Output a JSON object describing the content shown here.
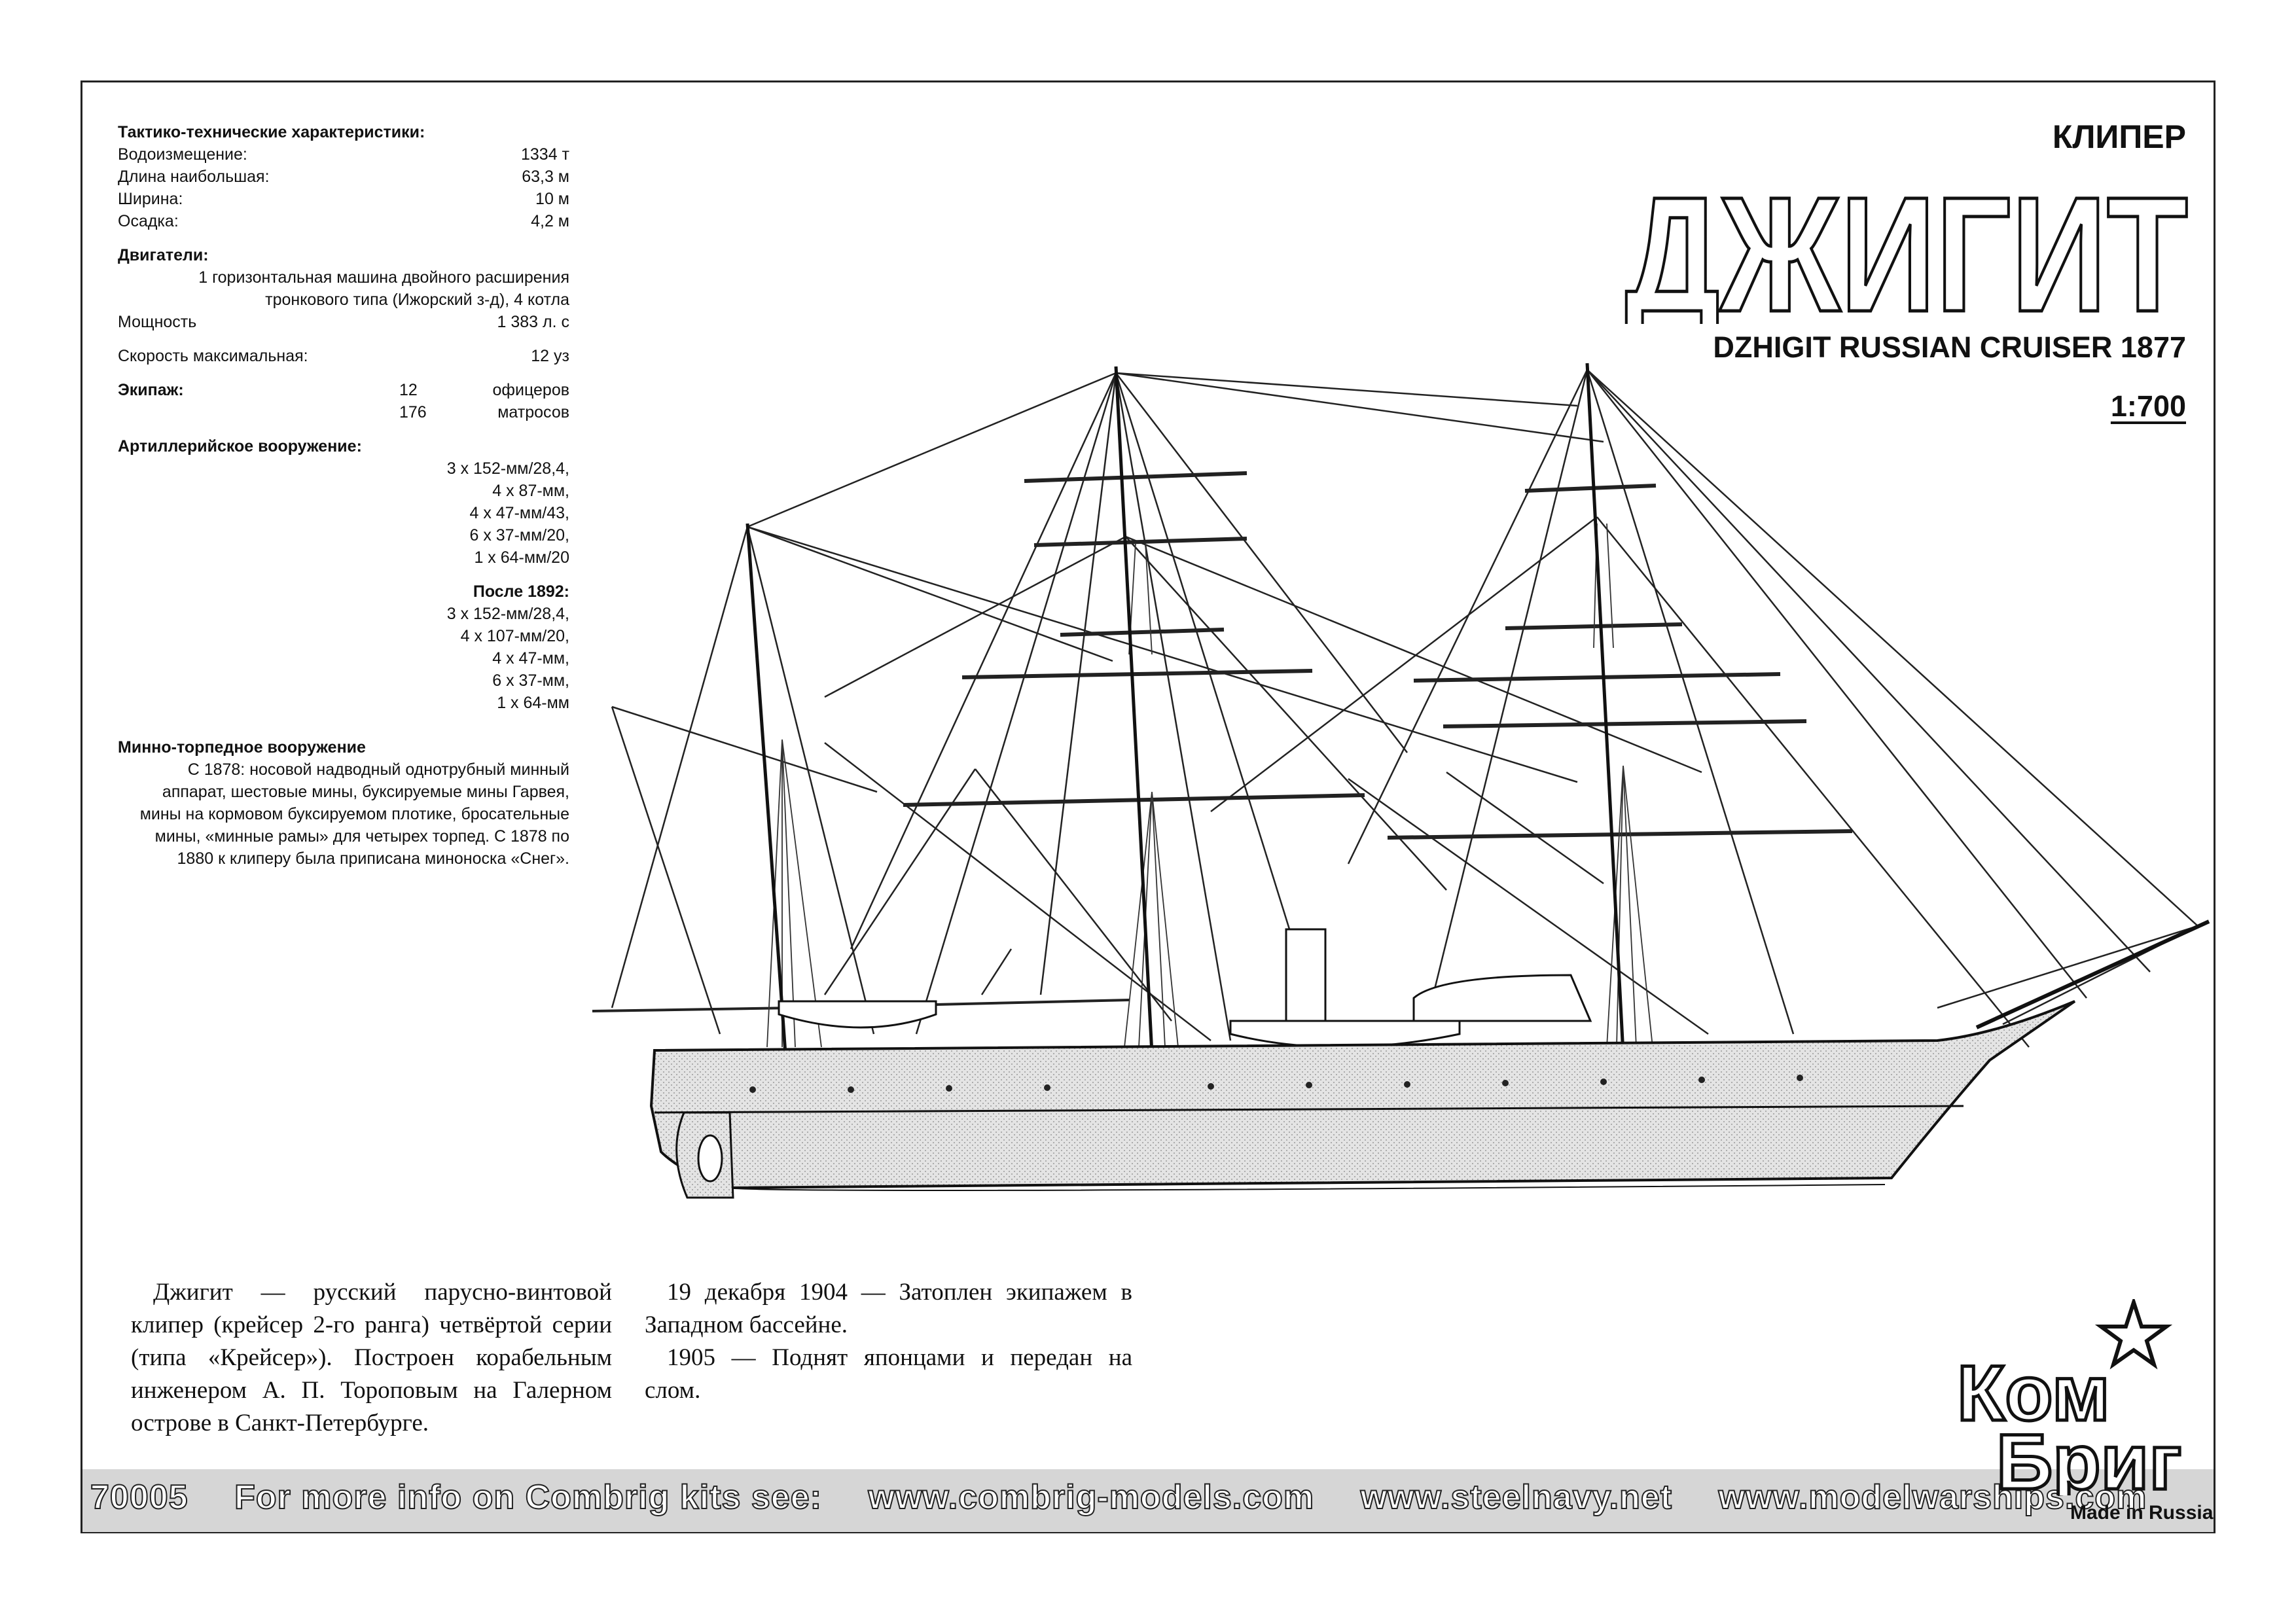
{
  "specs": {
    "title": "Тактико-технические характеристики:",
    "rows": [
      {
        "label": "Водоизмещение:",
        "value": "1334 т"
      },
      {
        "label": "Длина наибольшая:",
        "value": "63,3 м"
      },
      {
        "label": "Ширина:",
        "value": "10 м"
      },
      {
        "label": "Осадка:",
        "value": "4,2 м"
      }
    ],
    "engines_title": "Двигатели:",
    "engines_line1": "1 горизонтальная машина двойного расширения",
    "engines_line2": "тронкового типа (Ижорский з-д), 4 котла",
    "power_label": "Мощность",
    "power_value": "1 383 л. с",
    "speed_label": "Скорость максимальная:",
    "speed_value": "12 уз",
    "crew_title": "Экипаж:",
    "crew_officers_count": "12",
    "crew_officers_label": "офицеров",
    "crew_sailors_count": "176",
    "crew_sailors_label": "матросов",
    "artillery_title": "Артиллерийское вооружение:",
    "artillery": [
      "3 х 152-мм/28,4,",
      "4 х 87-мм,",
      "4 х 47-мм/43,",
      "6 х 37-мм/20,",
      "1 х 64-мм/20"
    ],
    "after_title": "После 1892:",
    "after": [
      "3 х 152-мм/28,4,",
      "4 х 107-мм/20,",
      "4 х 47-мм,",
      "6 х 37-мм,",
      "1 х 64-мм"
    ],
    "torpedo_title": "Минно-торпедное вооружение",
    "torpedo_lines": [
      "С 1878: носовой надводный однотрубный минный",
      "аппарат, шестовые мины, буксируемые мины Гарвея,",
      "мины на кормовом буксируемом плотике, бросательные",
      "мины, «минные рамы» для четырех торпед. С 1878 по",
      "1880 к клиперу была приписана миноноска «Снег»."
    ]
  },
  "title": {
    "type": "КЛИПЕР",
    "name": "ДЖИГИТ",
    "subtitle": "DZHIGIT RUSSIAN CRUISER 1877",
    "scale": "1:700"
  },
  "history": {
    "col1": "Джигит — русский парусно-винтовой клипер (крейсер 2-го ранга) четвёртой серии (типа «Крейсер»). Построен корабельным инженером А. П. Тороповым на Галерном острове в Санкт-Петербурге.",
    "col2_p1": "19 декабря 1904 — Затоплен экипажем в Западном бассейне.",
    "col2_p2": "1905 — Поднят японцами и передан на слом."
  },
  "footer": {
    "kit_number": "70005",
    "info": "For more info on Combrig kits see:",
    "site1": "www.combrig-models.com",
    "site2": "www.steelnavy.net",
    "site3": "www.modelwarships.com"
  },
  "logo": {
    "line1": "Ком",
    "line2": "Бриг",
    "made_in": "Made in Russia"
  }
}
